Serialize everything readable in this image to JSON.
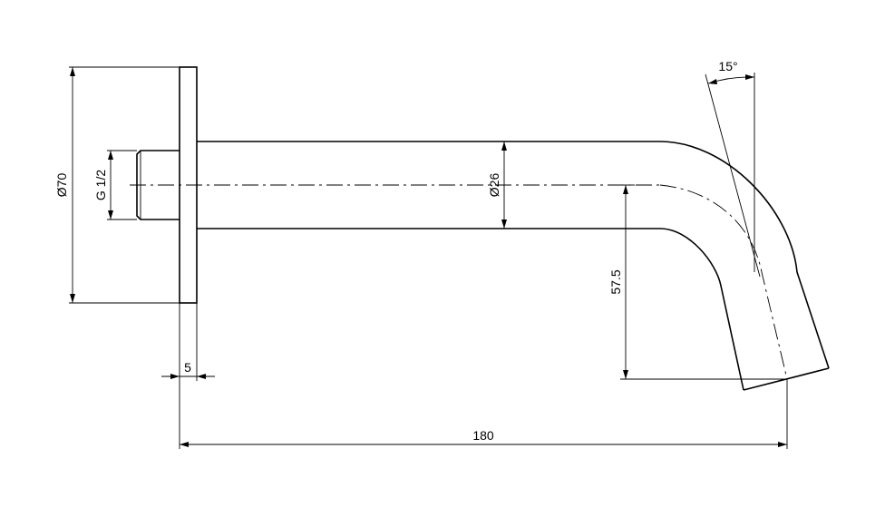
{
  "dimensions": {
    "flange_diameter": "Ø70",
    "thread": "G 1/2",
    "pipe_diameter": "Ø26",
    "drop_height": "57.5",
    "flange_thickness": "5",
    "projection_length": "180",
    "outlet_angle": "15°"
  }
}
